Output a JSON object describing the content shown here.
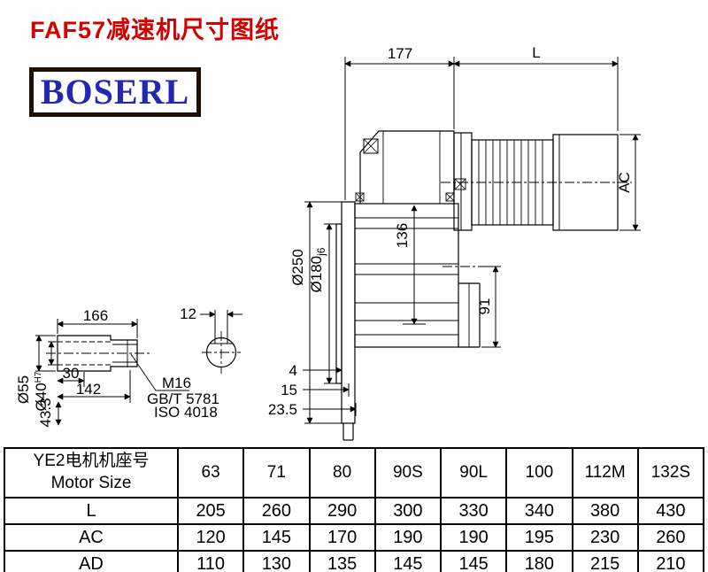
{
  "title": "FAF57减速机尺寸图纸",
  "logo": {
    "text": "BOSERL"
  },
  "drawing": {
    "dims": {
      "d177": "177",
      "dL": "L",
      "dAC": "AC",
      "d250": "Ø250",
      "d180": "Ø180",
      "d180_tol": "j6",
      "d136": "136",
      "d91": "91",
      "d4": "4",
      "d15": "15",
      "d23_5": "23.5",
      "d166": "166",
      "d12": "12",
      "d55": "Ø55",
      "d40": "Ø40",
      "d40_tol": "H7",
      "d30": "30",
      "d142": "142",
      "d43_3": "43.3"
    },
    "notes": {
      "thread": "M16",
      "standard1": "GB/T 5781",
      "standard2": "ISO 4018"
    }
  },
  "table": {
    "header_col1_line1": "YE2电机机座号",
    "header_col1_line2": "Motor Size",
    "columns": [
      "63",
      "71",
      "80",
      "90S",
      "90L",
      "100",
      "112M",
      "132S"
    ],
    "rows": [
      {
        "label": "L",
        "values": [
          "205",
          "260",
          "290",
          "300",
          "330",
          "340",
          "380",
          "430"
        ]
      },
      {
        "label": "AC",
        "values": [
          "120",
          "145",
          "170",
          "190",
          "190",
          "195",
          "230",
          "260"
        ]
      },
      {
        "label": "AD",
        "values": [
          "110",
          "130",
          "135",
          "145",
          "145",
          "180",
          "215",
          "210"
        ]
      }
    ]
  }
}
